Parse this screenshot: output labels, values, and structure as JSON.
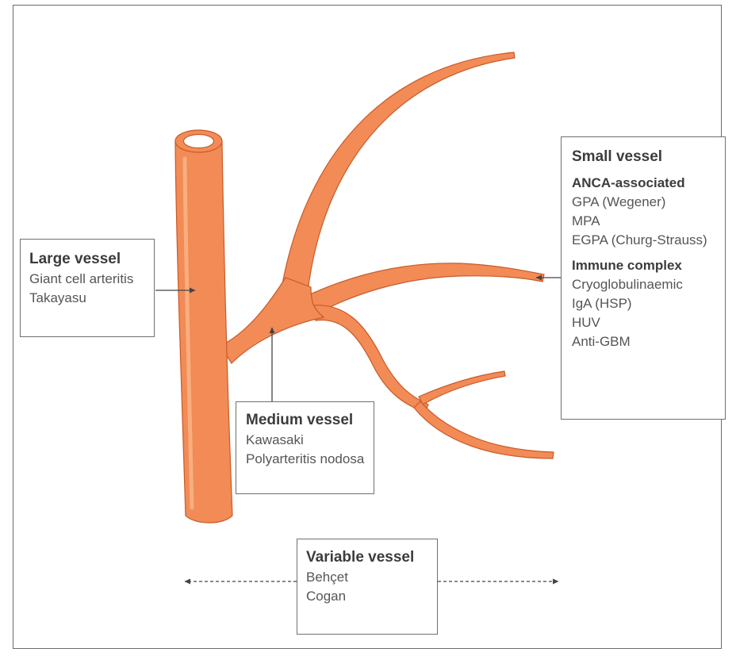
{
  "colors": {
    "vessel_fill": "#f28b55",
    "vessel_stroke": "#c85a2a",
    "border": "#707070",
    "text": "#555555",
    "heading": "#3c3c3c"
  },
  "large_vessel": {
    "title": "Large vessel",
    "items": [
      "Giant cell arteritis",
      "Takayasu"
    ]
  },
  "small_vessel": {
    "title": "Small vessel",
    "groups": [
      {
        "title": "ANCA-associated",
        "items": [
          "GPA (Wegener)",
          "MPA",
          "EGPA (Churg-Strauss)"
        ]
      },
      {
        "title": "Immune complex",
        "items": [
          "Cryoglobulinaemic",
          "IgA (HSP)",
          "HUV",
          "Anti-GBM"
        ]
      }
    ]
  },
  "medium_vessel": {
    "title": "Medium vessel",
    "items": [
      "Kawasaki",
      "Polyarteritis nodosa"
    ]
  },
  "variable_vessel": {
    "title": "Variable vessel",
    "items": [
      "Behçet",
      "Cogan"
    ]
  }
}
